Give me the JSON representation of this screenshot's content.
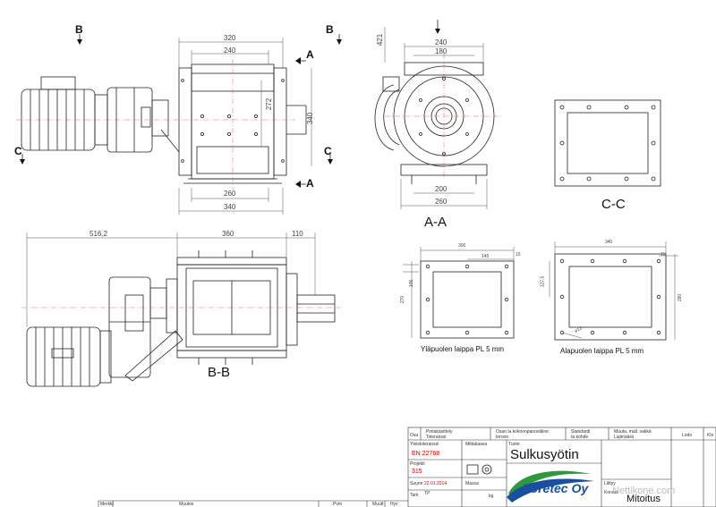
{
  "dimensions": {
    "top_w320": "320",
    "top_w240": "240",
    "side_h272": "272",
    "side_h340": "340",
    "bottom_w260": "260",
    "bottom_w340": "340",
    "aa_h421": "421",
    "aa_w240": "240",
    "aa_w180": "180",
    "aa_w200": "200",
    "aa_w260": "260",
    "bb_w516": "516,2",
    "bb_w360": "360",
    "bb_w110": "110",
    "fl1_w300": "300",
    "fl1_w145": "145",
    "fl1_h15": "15",
    "fl1_h270": "270",
    "fl1_h105": "105",
    "fl2_w340": "340",
    "fl2_w15": "15",
    "fl2_h127": "127,5",
    "fl2_h280": "280",
    "fl2_dia": "ø13"
  },
  "section_labels": {
    "b_top": "B",
    "b_top2": "B",
    "a_top": "A",
    "a_bottom": "A",
    "c_left": "C",
    "c_right": "C",
    "view_aa": "A-A",
    "view_bb": "B-B",
    "view_cc": "C-C"
  },
  "captions": {
    "upper_flange": "Yläpuolen laippa PL 5 mm",
    "lower_flange": "Alapuolen laippa PL 5 mm"
  },
  "title_block": {
    "headers": [
      "Osa",
      "Pintakäsittely\nToleranssi",
      "Osan la kokoonpanoväline\ntoroon",
      "Standardi\nta kohde",
      "Muuta, mall. vakkä\nLajimäärä",
      "Lodo",
      "Klo"
    ],
    "labels": {
      "yleis": "Yleistoleranssi",
      "mittakaava": "Mittakaava",
      "tuote": "Tuote",
      "projekti": "Projekti",
      "suunn": "Suunn",
      "massa": "Massa",
      "tark": "Tark",
      "liittyy": "Liittyy",
      "korvaa": "Korvaa",
      "kg": "kg"
    },
    "values": {
      "yleis_value": "EN 22768",
      "projekti_value": "315",
      "suunn_value": "22.01.2014",
      "tark_value": "TP",
      "product": "Sulkusyötin",
      "drawing_type": "Mitoitus"
    },
    "logo_text": "Foretec Oy",
    "revision_headers": [
      "Merkki",
      "Muutos",
      "Pvm",
      "Muutt",
      "Hyv"
    ],
    "watermark": "Nettikone.com"
  }
}
